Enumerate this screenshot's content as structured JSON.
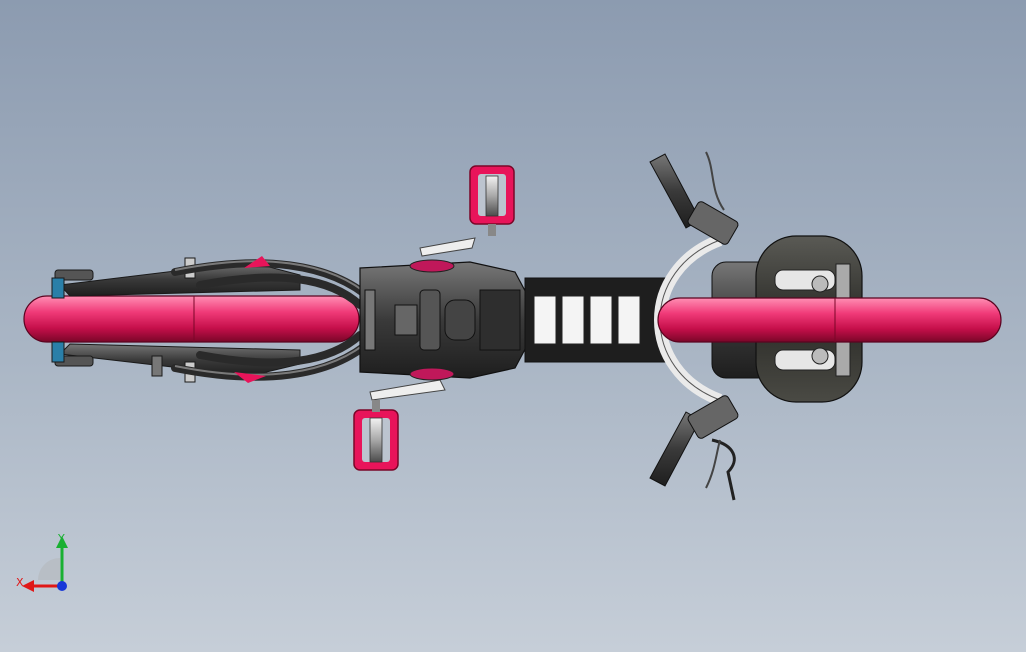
{
  "viewport": {
    "background_top": "#8c9bb0",
    "background_bottom": "#c6ced8"
  },
  "model": {
    "subject": "motorcycle-top-view",
    "accent_color": "#e8145a",
    "body_color": "#3a3a3a"
  },
  "triad": {
    "y_label": "Y",
    "x_label": "X",
    "y_color": "#19b032",
    "x_color": "#e01818",
    "z_color": "#1838d8"
  }
}
